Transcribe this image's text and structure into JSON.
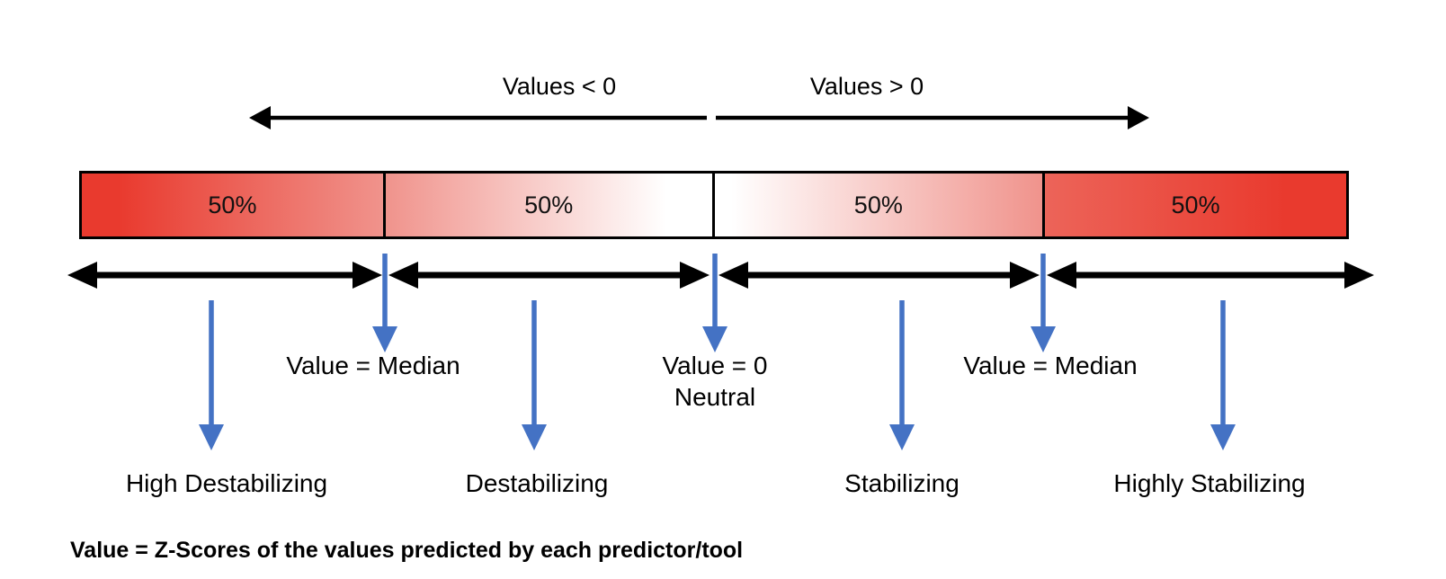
{
  "colors": {
    "bar_red_deep": "#e93a2e",
    "bar_red_light": "#f0938c",
    "bar_red_mid": "#ec6459",
    "arrow_blue": "#4472c4",
    "ink": "#000000"
  },
  "direction_labels": {
    "negative": "Values < 0",
    "positive": "Values > 0"
  },
  "bar": {
    "segments": [
      {
        "label": "50%"
      },
      {
        "label": "50%"
      },
      {
        "label": "50%"
      },
      {
        "label": "50%"
      }
    ]
  },
  "markers": [
    {
      "line1": "Value = Median"
    },
    {
      "line1": "Value = 0",
      "line2": "Neutral"
    },
    {
      "line1": "Value = Median"
    }
  ],
  "zones": [
    "High Destabilizing",
    "Destabilizing",
    "Stabilizing",
    "Highly Stabilizing"
  ],
  "caption": "Value = Z-Scores of the values predicted by each predictor/tool"
}
